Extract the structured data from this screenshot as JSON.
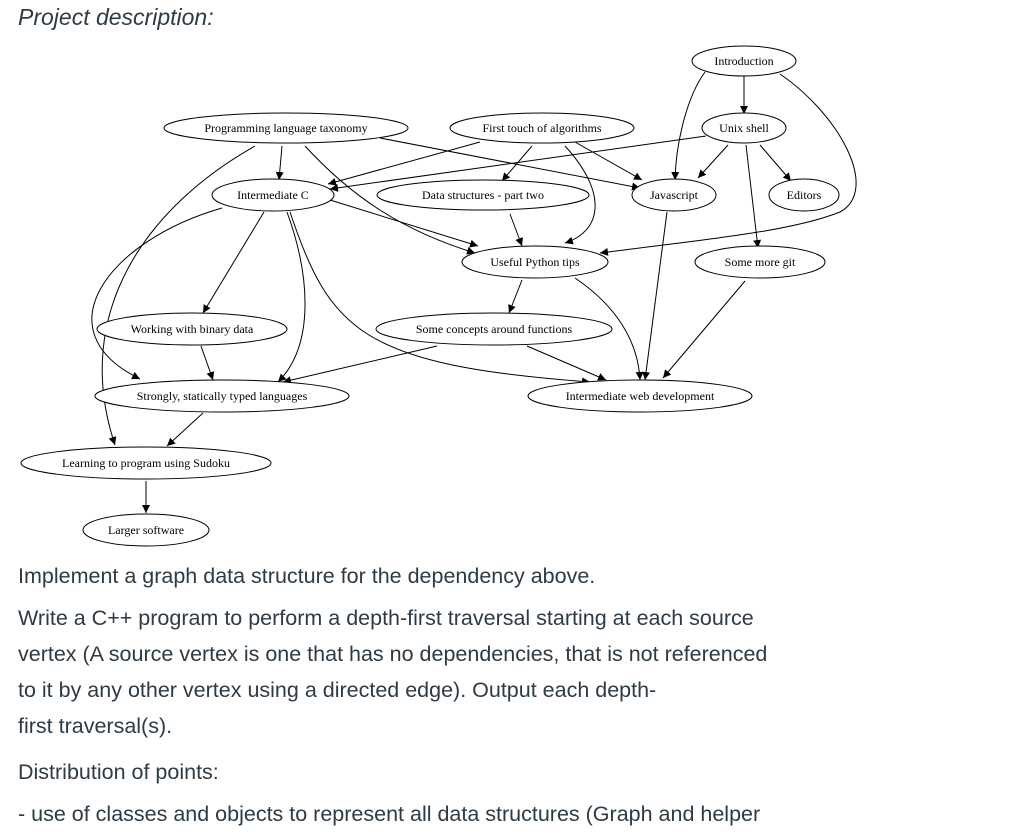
{
  "heading": "Project description:",
  "nodes": {
    "intro": "Introduction",
    "prog": "Programming language taxonomy",
    "algo": "First touch of algorithms",
    "unix": "Unix shell",
    "intc": "Intermediate C",
    "ds2": "Data structures - part two",
    "js": "Javascript",
    "editors": "Editors",
    "python": "Useful Python tips",
    "git": "Some more git",
    "binary": "Working with binary data",
    "functions": "Some concepts around functions",
    "typed": "Strongly, statically typed languages",
    "webdev": "Intermediate web development",
    "sudoku": "Learning to program using Sudoku",
    "larger": "Larger software"
  },
  "paragraphs": {
    "p1": "Implement a graph data structure for the dependency above.",
    "p2_line1": "Write a C++ program to perform a depth-first traversal starting at each source",
    "p2_line2": "vertex (A source vertex is one that has no dependencies, that is not referenced",
    "p2_line3": "to it by any other vertex using a directed edge). Output each depth-",
    "p2_line4": "first traversal(s).",
    "p3": "Distribution of points:",
    "p4": "- use of classes and objects to represent all data structures (Graph and helper"
  }
}
